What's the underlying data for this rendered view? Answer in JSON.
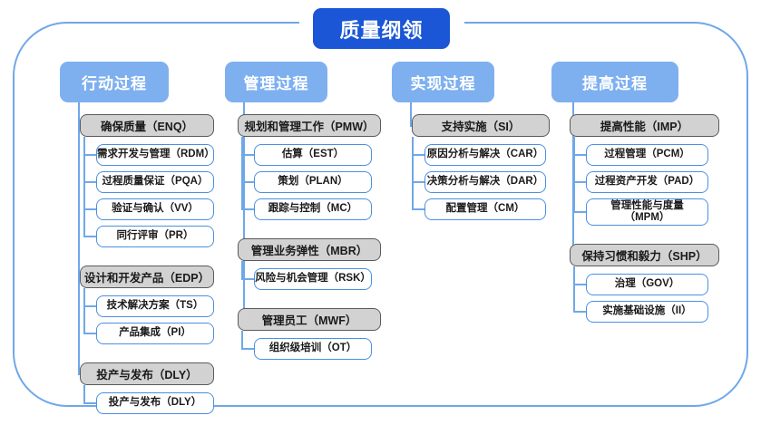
{
  "title": "质量纲领",
  "colors": {
    "title_bg": "#1A56D6",
    "header_bg": "#7EB0F0",
    "frame_border": "#6FA8E8",
    "group_fill": "#D2D2D2",
    "group_border": "#5A5A5A",
    "leaf_border": "#4A90E2",
    "connector": "#6FA8E8"
  },
  "columns": [
    {
      "header": "行动过程",
      "groups": [
        {
          "label": "确保质量（ENQ）",
          "children": [
            "需求开发与管理（RDM）",
            "过程质量保证（PQA）",
            "验证与确认（VV）",
            "同行评审（PR）"
          ]
        },
        {
          "label": "设计和开发产品（EDP）",
          "children": [
            "技术解决方案（TS）",
            "产品集成（PI）"
          ]
        },
        {
          "label": "投产与发布（DLY）",
          "children": [
            "投产与发布（DLY）"
          ]
        }
      ]
    },
    {
      "header": "管理过程",
      "groups": [
        {
          "label": "规划和管理工作（PMW）",
          "children": [
            "估算（EST）",
            "策划（PLAN）",
            "跟踪与控制（MC）"
          ]
        },
        {
          "label": "管理业务弹性（MBR）",
          "children": [
            "风险与机会管理（RSK）"
          ]
        },
        {
          "label": "管理员工（MWF）",
          "children": [
            "组织级培训（OT）"
          ]
        }
      ]
    },
    {
      "header": "实现过程",
      "groups": [
        {
          "label": "支持实施（SI）",
          "children": [
            "原因分析与解决（CAR）",
            "决策分析与解决（DAR）",
            "配置管理（CM）"
          ]
        }
      ]
    },
    {
      "header": "提高过程",
      "groups": [
        {
          "label": "提高性能（IMP）",
          "children": [
            "过程管理（PCM）",
            "过程资产开发（PAD）",
            "管理性能与度量\n（MPM）"
          ]
        },
        {
          "label": "保持习惯和毅力（SHP）",
          "children": [
            "治理（GOV）",
            "实施基础设施（II）"
          ]
        }
      ]
    }
  ]
}
